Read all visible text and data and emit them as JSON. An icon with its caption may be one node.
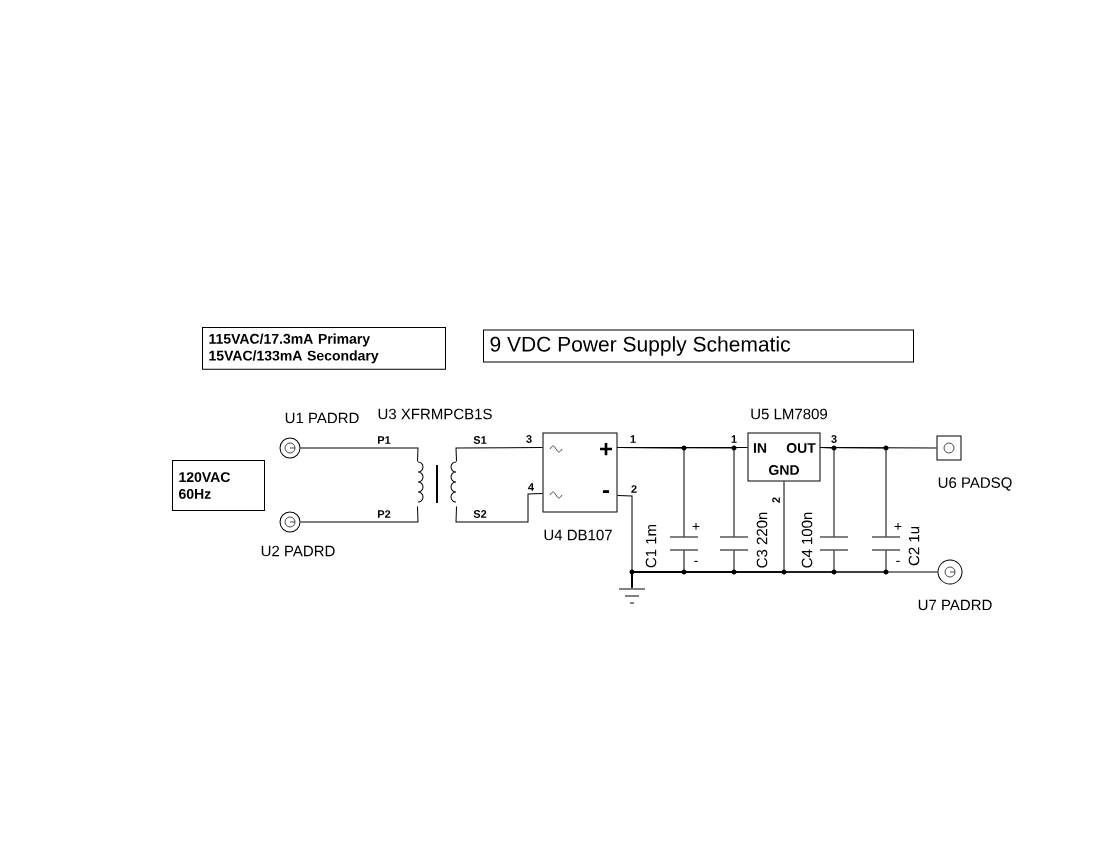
{
  "diagram": {
    "nodes": [
      {
        "text": [
          "9 VDC Power Supply Schematic"
        ]
      },
      {
        "text": [
          "115VAC/17.3mA  Primary",
          "15VAC/133mA Secondary"
        ]
      },
      {
        "text": [
          "120VAC 60Hz"
        ]
      },
      {
        "text": [],
        "shape": "circle",
        "beside": [
          "U1 PADRD"
        ]
      },
      {
        "text": [],
        "shape": "circle",
        "beside": [
          "U2 PADRD"
        ]
      },
      {
        "text": [],
        "shape": "picture",
        "beside": [
          "U3 XFRMPCB1S"
        ]
      },
      {
        "text": [
          "+",
          "-"
        ],
        "beside": [
          "U4 DB107"
        ]
      },
      {
        "text": [],
        "shape": "picture",
        "beside": [
          "C1 1m"
        ]
      },
      {
        "text": [],
        "shape": "picture",
        "beside": [
          "C3 220n"
        ]
      },
      {
        "text": [
          "IN",
          "OUT",
          "GND"
        ],
        "beside": [
          "U5 LM7809"
        ]
      },
      {
        "text": [],
        "shape": "picture",
        "beside": [
          "C4 100n"
        ]
      },
      {
        "text": [],
        "shape": "picture",
        "beside": [
          "C2 1u"
        ]
      },
      {
        "text": [],
        "shape": "box",
        "beside": [
          "U6 PADSQ"
        ]
      },
      {
        "text": [],
        "shape": "circle",
        "beside": [
          "U7 PADRD"
        ]
      },
      {
        "text": [],
        "shape": "picture"
      }
    ],
    "edges": [
      {
        "from": 3,
        "to": 5,
        "arrow": "none"
      },
      {
        "from": 4,
        "to": 5,
        "arrow": "none"
      },
      {
        "from": 5,
        "to": 6,
        "arrow": "none"
      },
      {
        "from": 5,
        "to": 6,
        "arrow": "none"
      },
      {
        "from": 6,
        "to": 7,
        "arrow": "none"
      },
      {
        "from": 6,
        "to": 8,
        "arrow": "none"
      },
      {
        "from": 6,
        "to": 9,
        "arrow": "none"
      },
      {
        "from": 9,
        "to": 10,
        "arrow": "none"
      },
      {
        "from": 9,
        "to": 11,
        "arrow": "none"
      },
      {
        "from": 9,
        "to": 12,
        "arrow": "none"
      },
      {
        "from": 6,
        "to": 14,
        "arrow": "none"
      },
      {
        "from": 7,
        "to": 14,
        "arrow": "none"
      },
      {
        "from": 8,
        "to": 14,
        "arrow": "none"
      },
      {
        "from": 9,
        "to": 14,
        "arrow": "none"
      },
      {
        "from": 10,
        "to": 14,
        "arrow": "none"
      },
      {
        "from": 11,
        "to": 14,
        "arrow": "none"
      },
      {
        "from": 14,
        "to": 13,
        "arrow": "none"
      }
    ],
    "labels": [
      "P1",
      "P2",
      "S1",
      "S2",
      "3",
      "4",
      "1",
      "2",
      "1",
      "2",
      "3",
      "+",
      "-",
      "+",
      "-"
    ]
  }
}
